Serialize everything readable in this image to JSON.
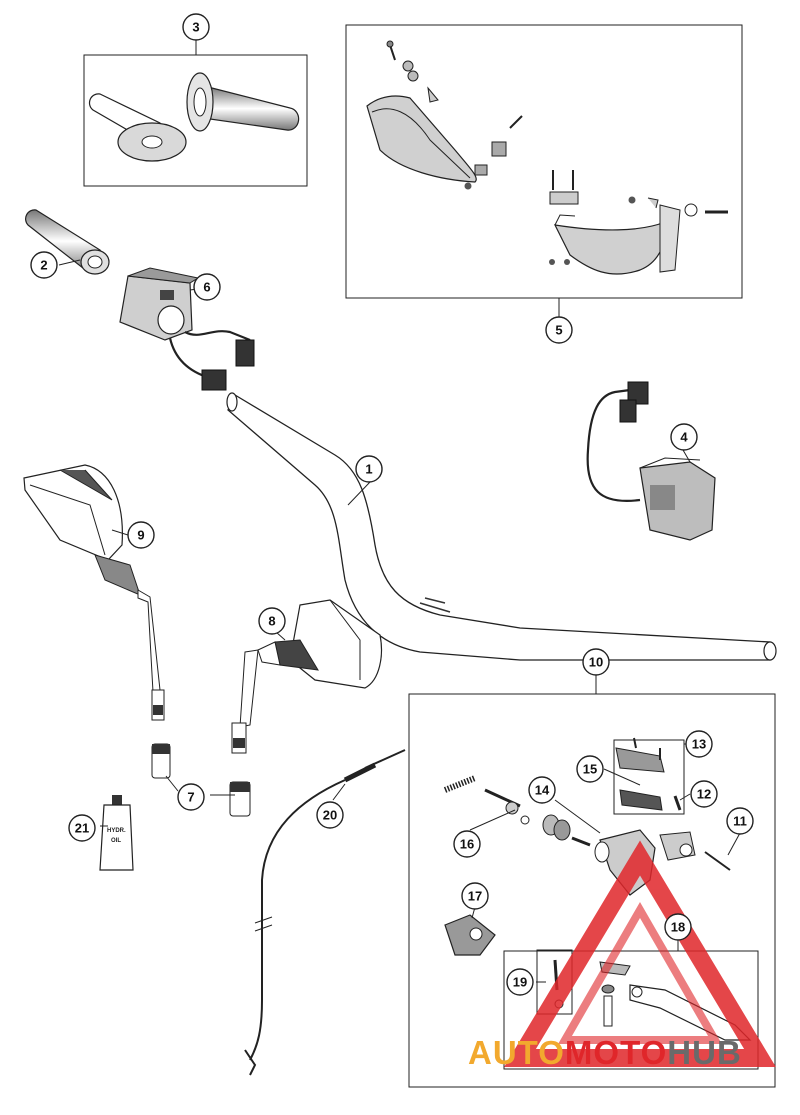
{
  "callouts": [
    {
      "id": "1",
      "label": "1"
    },
    {
      "id": "2",
      "label": "2"
    },
    {
      "id": "3",
      "label": "3"
    },
    {
      "id": "4",
      "label": "4"
    },
    {
      "id": "5",
      "label": "5"
    },
    {
      "id": "6",
      "label": "6"
    },
    {
      "id": "7",
      "label": "7"
    },
    {
      "id": "8",
      "label": "8"
    },
    {
      "id": "9",
      "label": "9"
    },
    {
      "id": "10",
      "label": "10"
    },
    {
      "id": "11",
      "label": "11"
    },
    {
      "id": "12",
      "label": "12"
    },
    {
      "id": "13",
      "label": "13"
    },
    {
      "id": "14",
      "label": "14"
    },
    {
      "id": "15",
      "label": "15"
    },
    {
      "id": "16",
      "label": "16"
    },
    {
      "id": "17",
      "label": "17"
    },
    {
      "id": "18",
      "label": "18"
    },
    {
      "id": "19",
      "label": "19"
    },
    {
      "id": "20",
      "label": "20"
    },
    {
      "id": "21",
      "label": "21"
    }
  ],
  "oil_bottle_label": {
    "line1": "HYDR.",
    "line2": "OIL"
  },
  "watermark": {
    "part1": "AUTO",
    "part2": "MOTO",
    "part3": "HUB",
    "color_orange": "#f2a92e",
    "color_red": "#e0262a",
    "color_gray": "#6a6a6a"
  }
}
